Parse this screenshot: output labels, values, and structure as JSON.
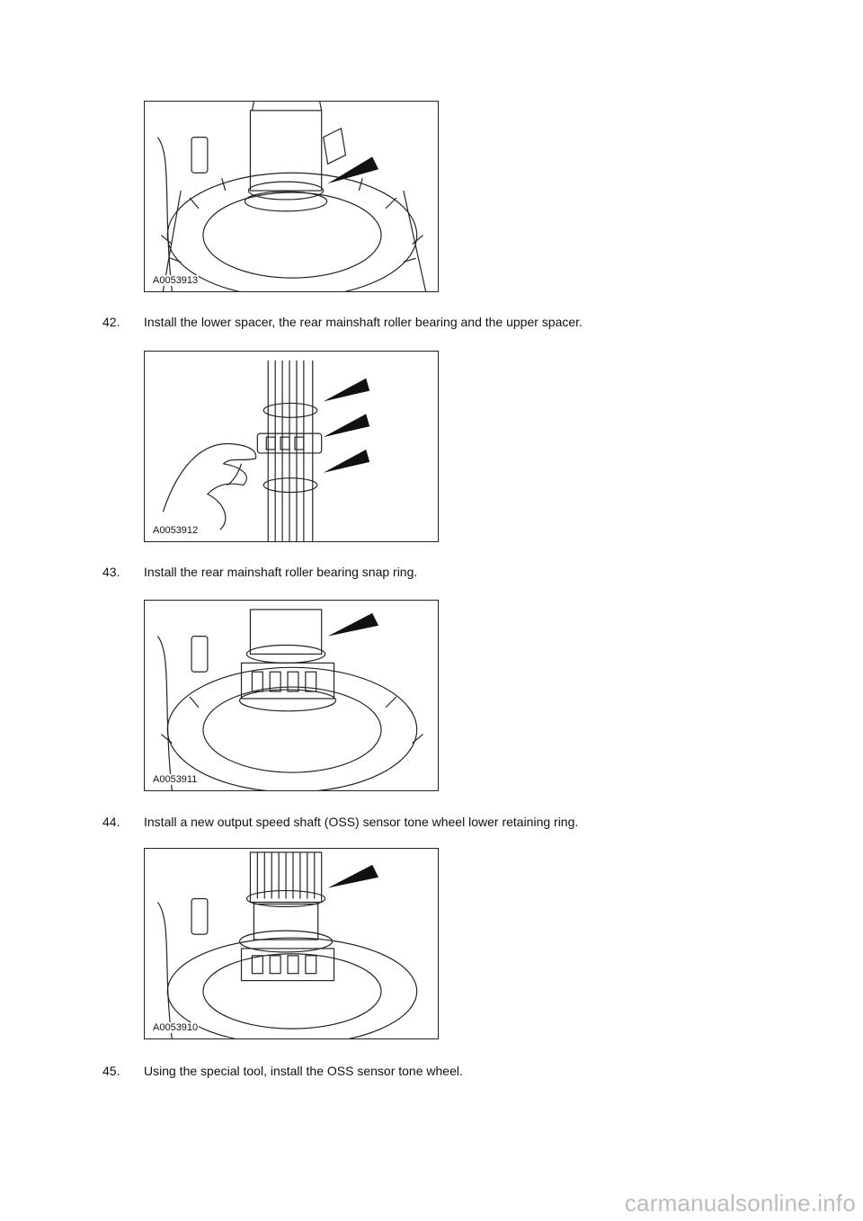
{
  "figures": [
    {
      "id": "A0053913"
    },
    {
      "id": "A0053912"
    },
    {
      "id": "A0053911"
    },
    {
      "id": "A0053910"
    }
  ],
  "steps": [
    {
      "number": "42.",
      "text": "Install the lower spacer, the rear mainshaft roller bearing and the upper spacer."
    },
    {
      "number": "43.",
      "text": "Install the rear mainshaft roller bearing snap ring."
    },
    {
      "number": "44.",
      "text": "Install a new output speed shaft (OSS) sensor tone wheel lower retaining ring."
    },
    {
      "number": "45.",
      "text": "Using the special tool, install the OSS sensor tone wheel."
    }
  ],
  "watermark": "carmanualsonline.info"
}
